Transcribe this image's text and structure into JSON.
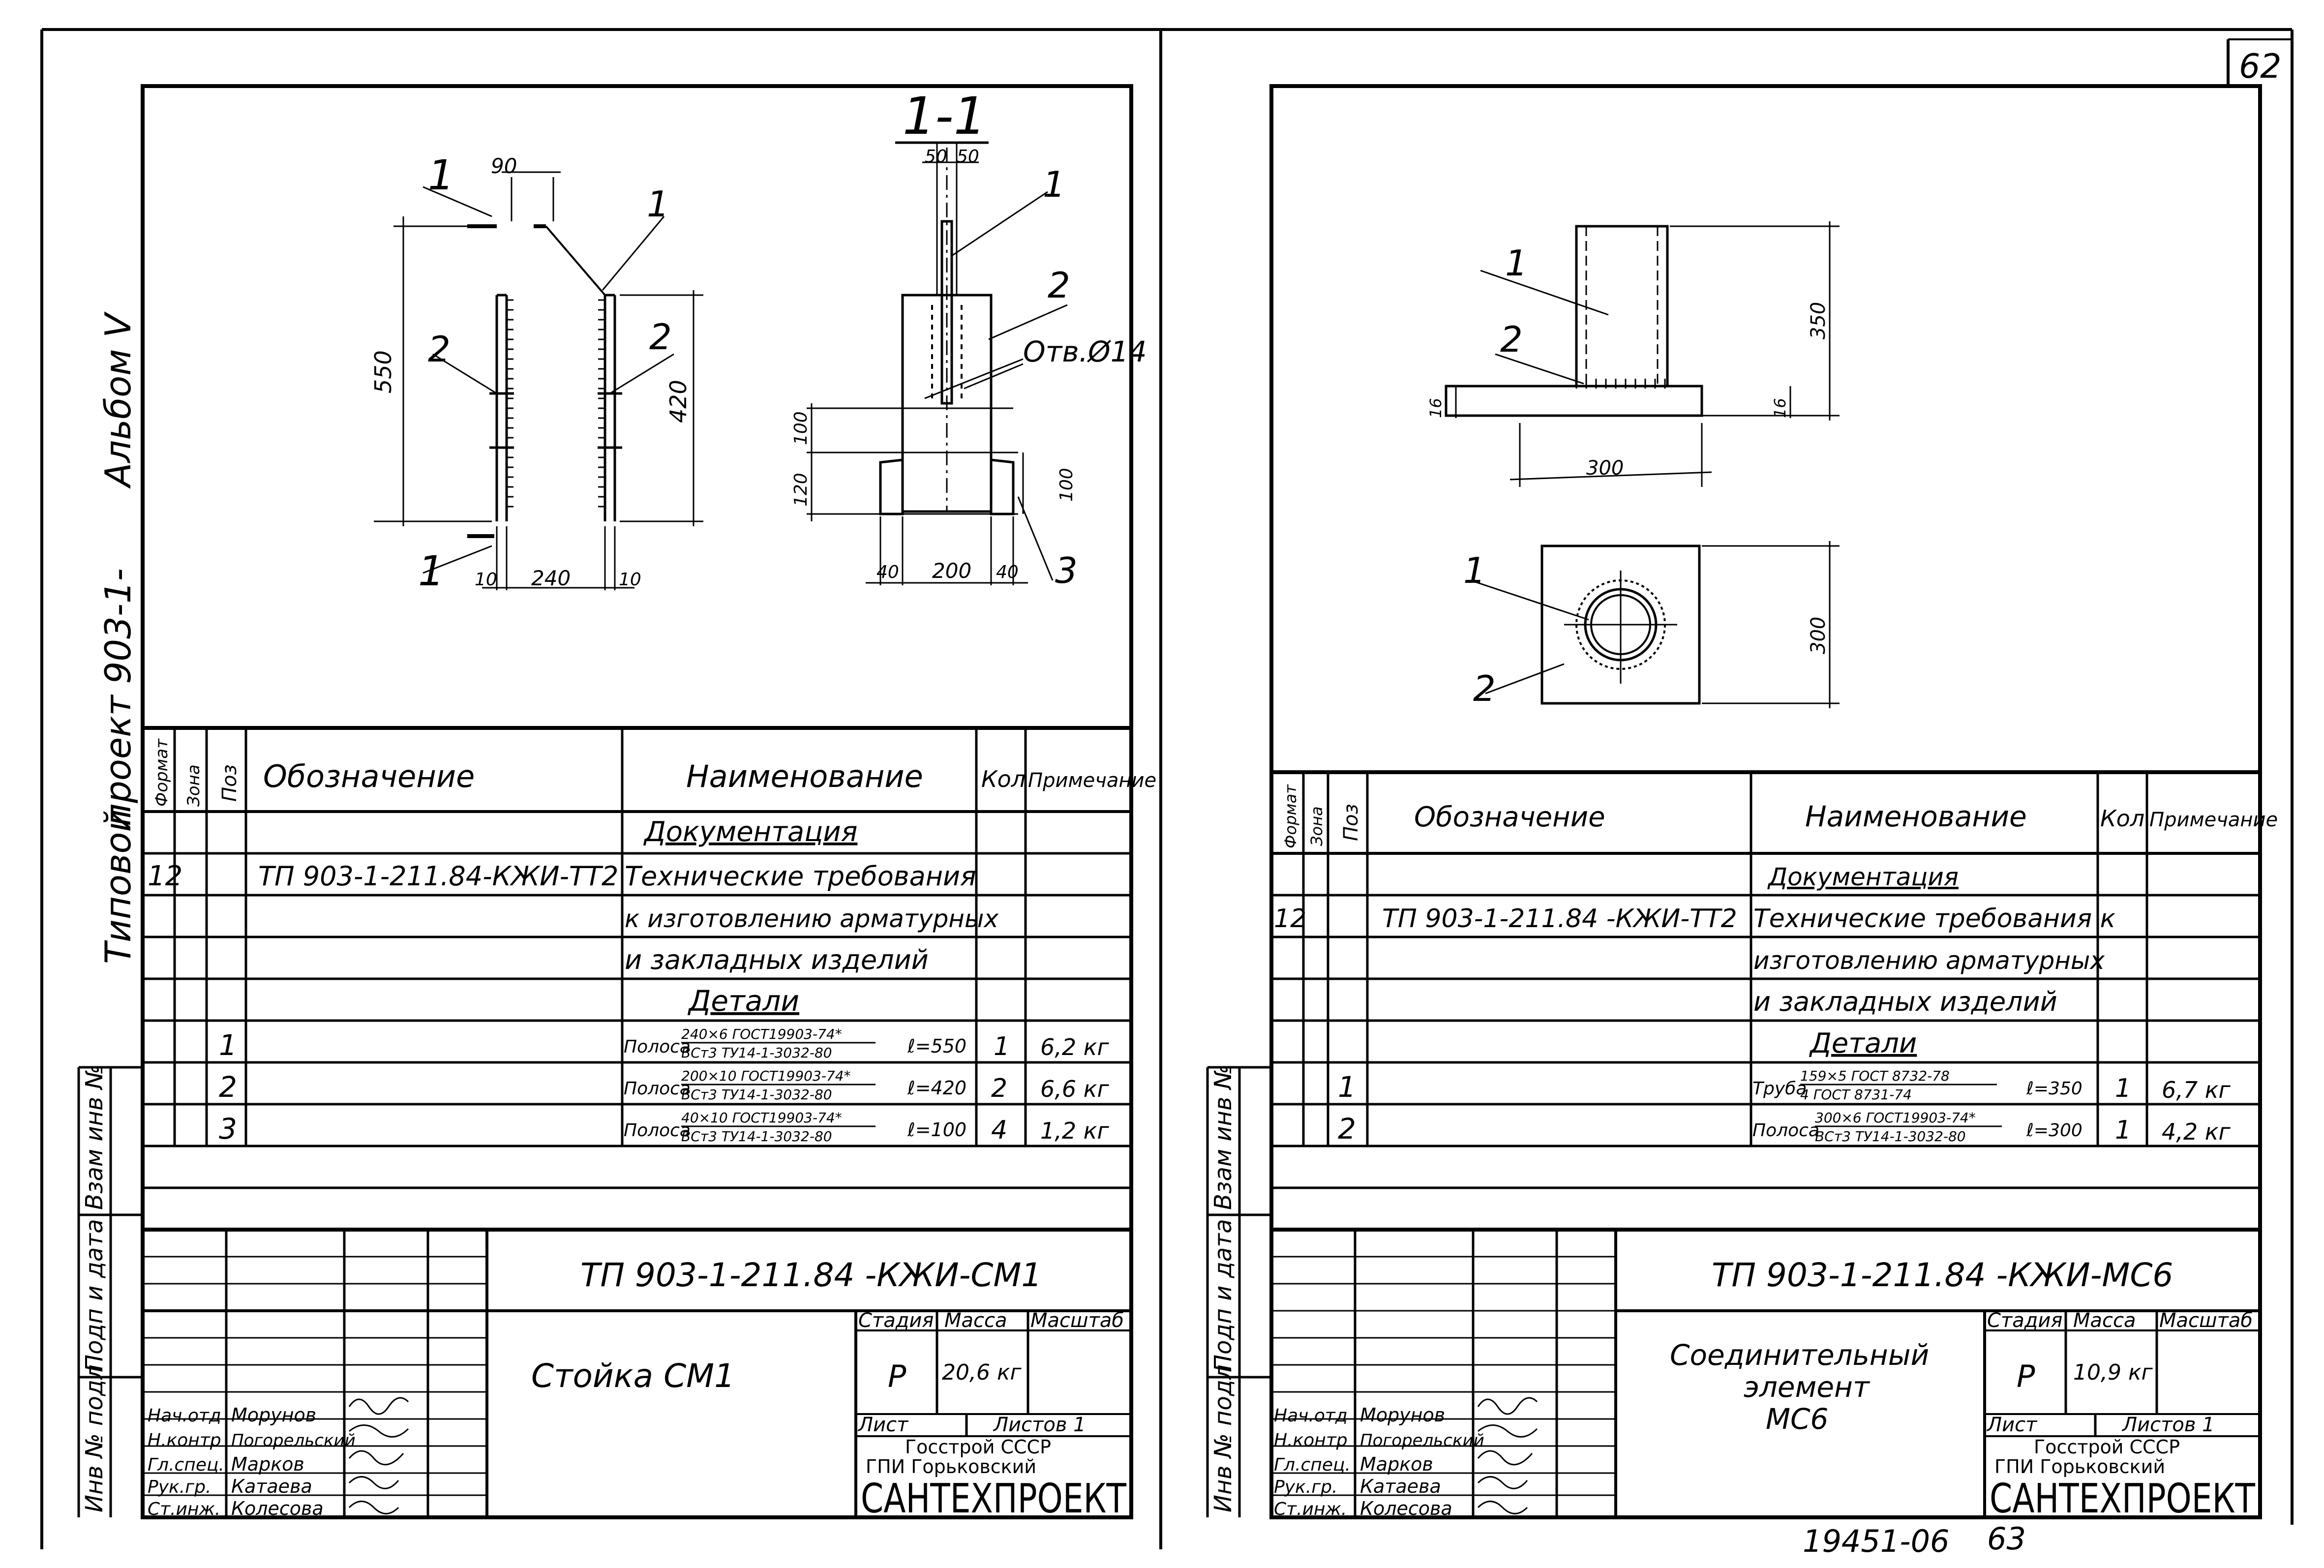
{
  "page_number": "62",
  "footer": {
    "inventory": "19451-06",
    "number": "63"
  },
  "side_labels": {
    "album": "Альбом V",
    "project_prefix": "Типовой",
    "project": "проект 903-1-",
    "stamp_fields": [
      "Взам инв №",
      "Подп и дата",
      "Инв № подл"
    ]
  },
  "table_headers": {
    "format": "Формат",
    "zone": "Зона",
    "pos": "Поз",
    "designation": "Обозначение",
    "name": "Наименование",
    "qty": "Кол",
    "note": "Примечание"
  },
  "signers": {
    "roles": [
      "Нач.отд",
      "Н.контр",
      "Гл.спец.",
      "Рук.гр.",
      "Ст.инж."
    ],
    "names": [
      "Морунов",
      "Погорельский",
      "Марков",
      "Катаева",
      "Колесова"
    ]
  },
  "title_labels": {
    "stage": "Стадия",
    "mass": "Масса",
    "scale": "Масштаб",
    "sheet": "Лист",
    "sheets": "Листов 1"
  },
  "org": {
    "line1": "Госстрой СССР",
    "line2": "ГПИ  Горьковский",
    "line3": "САНТЕХПРОЕКТ"
  },
  "left": {
    "section_label": "1-1",
    "dims": {
      "w90": "90",
      "h550": "550",
      "h420": "420",
      "w240": "240",
      "w10a": "10",
      "w10b": "10",
      "w50a": "50",
      "w50b": "50",
      "h100a": "100",
      "h120": "120",
      "h100b": "100",
      "w40a": "40",
      "w200": "200",
      "w40b": "40",
      "cut": "1",
      "hole": "Отв.Ø14"
    },
    "callouts": [
      "1",
      "2",
      "2",
      "1",
      "2",
      "3"
    ],
    "doc_section": "Документация",
    "doc_format": "12",
    "doc_code": "ТП 903-1-211.84-КЖИ-ТТ2",
    "doc_name": [
      "Технические требования",
      "к изготовлению арматурных",
      "и закладных изделий"
    ],
    "parts_section": "Детали",
    "parts": [
      {
        "pos": "1",
        "name": "Полоса",
        "top": "240×6  ГОСТ19903-74*",
        "bottom": "ВСт3     ТУ14-1-3032-80",
        "len": "ℓ=550",
        "qty": "1",
        "note": "6,2 кг"
      },
      {
        "pos": "2",
        "name": "Полоса",
        "top": "200×10  ГОСТ19903-74*",
        "bottom": "ВСт3     ТУ14-1-3032-80",
        "len": "ℓ=420",
        "qty": "2",
        "note": "6,6 кг"
      },
      {
        "pos": "3",
        "name": "Полоса",
        "top": "40×10   ГОСТ19903-74*",
        "bottom": "ВСт3     ТУ14-1-3032-80",
        "len": "ℓ=100",
        "qty": "4",
        "note": "1,2 кг"
      }
    ],
    "title_code": "ТП 903-1-211.84  -КЖИ-СМ1",
    "title_name": [
      "Стойка СМ1"
    ],
    "stage": "Р",
    "mass": "20,6 кг"
  },
  "right": {
    "dims": {
      "h350": "350",
      "w300": "300",
      "h16a": "16",
      "h16b": "16",
      "h300": "300"
    },
    "callouts": [
      "1",
      "2",
      "1",
      "2"
    ],
    "doc_section": "Документация",
    "doc_format": "12",
    "doc_code": "ТП 903-1-211.84 -КЖИ-ТТ2",
    "doc_name": [
      "Технические требования к",
      "изготовлению арматурных",
      "и закладных изделий"
    ],
    "parts_section": "Детали",
    "parts": [
      {
        "pos": "1",
        "name": "Труба",
        "top": "159×5    ГОСТ 8732-78",
        "bottom": "4        ГОСТ 8731-74",
        "len": "ℓ=350",
        "qty": "1",
        "note": "6,7 кг"
      },
      {
        "pos": "2",
        "name": "Полоса",
        "top": "300×6  ГОСТ19903-74*",
        "bottom": "ВСт3     ТУ14-1-3032-80",
        "len": "ℓ=300",
        "qty": "1",
        "note": "4,2 кг"
      }
    ],
    "title_code": "ТП 903-1-211.84  -КЖИ-МС6",
    "title_name": [
      "Соединительный",
      "элемент",
      "МС6"
    ],
    "stage": "Р",
    "mass": "10,9 кг"
  }
}
